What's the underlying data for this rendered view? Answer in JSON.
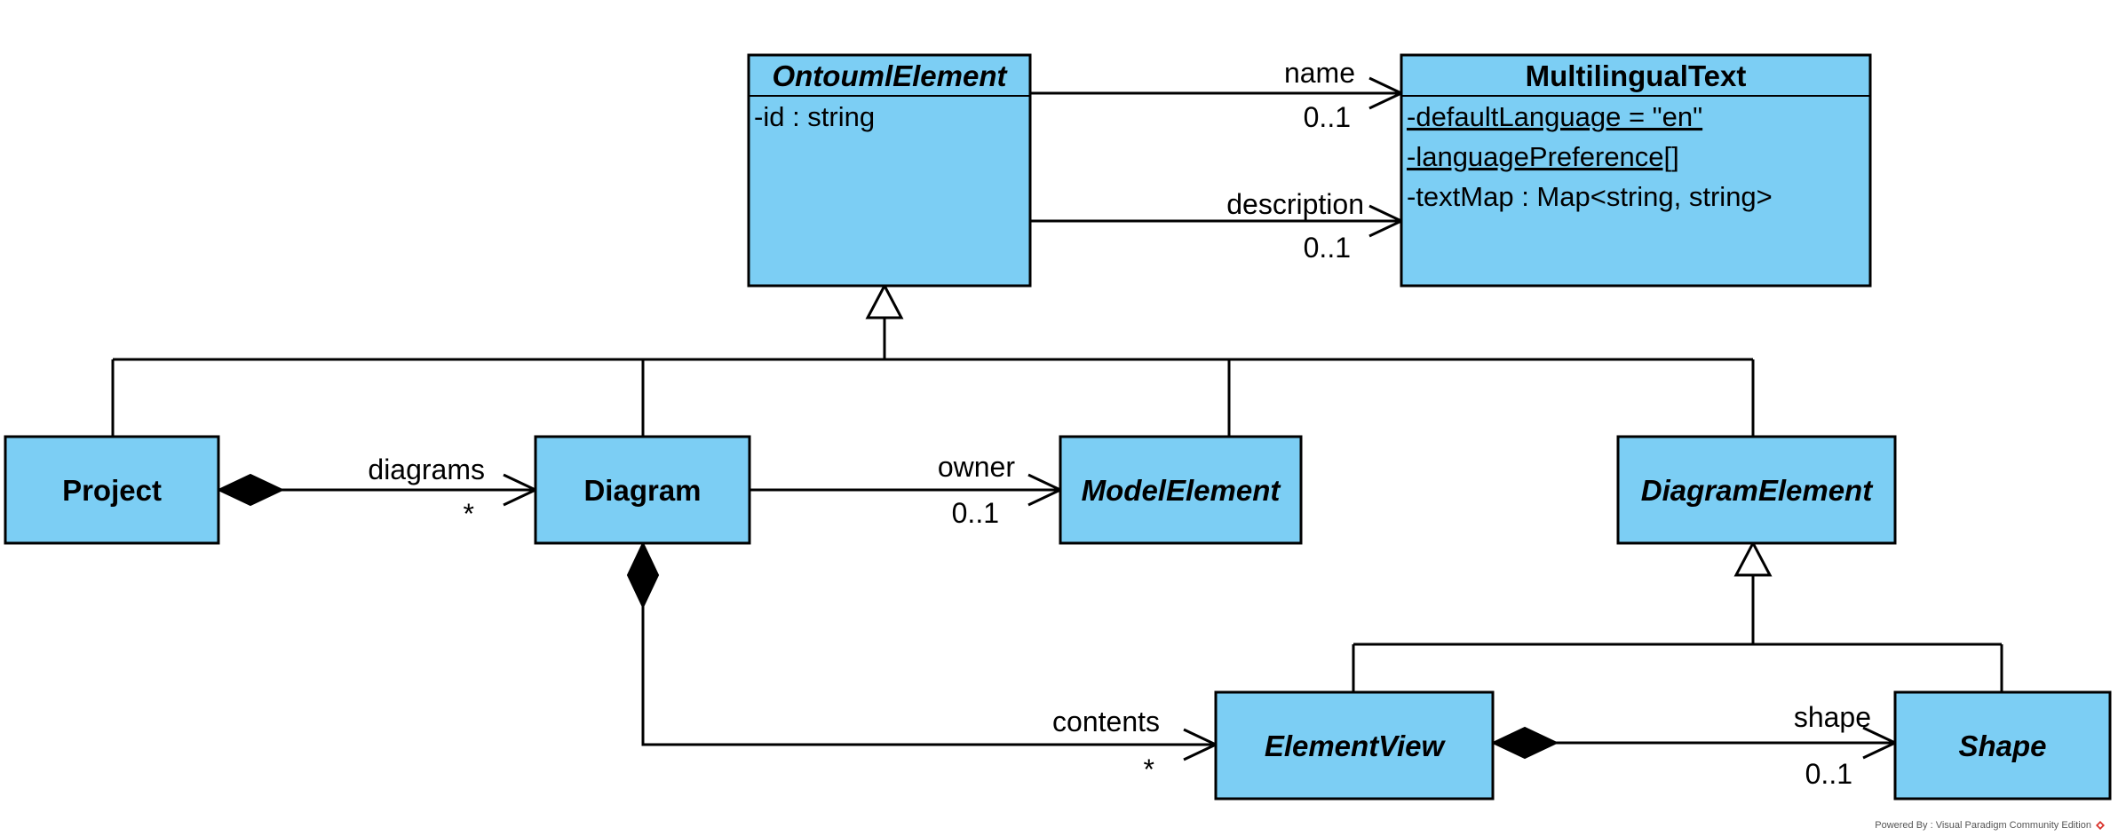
{
  "diagram": {
    "classes": [
      {
        "id": "ontouml",
        "name": "OntoumlElement",
        "abstract": true,
        "attributes": [
          {
            "text": "-id : string",
            "static": false
          }
        ]
      },
      {
        "id": "multi",
        "name": "MultilingualText",
        "abstract": false,
        "attributes": [
          {
            "text": "-defaultLanguage = \"en\"",
            "static": true
          },
          {
            "text": "-languagePreference[]",
            "static": true
          },
          {
            "text": "-textMap : Map<string, string>",
            "static": false
          }
        ]
      },
      {
        "id": "project",
        "name": "Project",
        "abstract": false,
        "attributes": []
      },
      {
        "id": "diagram",
        "name": "Diagram",
        "abstract": false,
        "attributes": []
      },
      {
        "id": "model",
        "name": "ModelElement",
        "abstract": true,
        "attributes": []
      },
      {
        "id": "delem",
        "name": "DiagramElement",
        "abstract": true,
        "attributes": []
      },
      {
        "id": "eview",
        "name": "ElementView",
        "abstract": true,
        "attributes": []
      },
      {
        "id": "shape",
        "name": "Shape",
        "abstract": true,
        "attributes": []
      }
    ],
    "associations": [
      {
        "id": "name",
        "from": "ontouml",
        "to": "multi",
        "kind": "directed",
        "role": "name",
        "multiplicity": "0..1"
      },
      {
        "id": "description",
        "from": "ontouml",
        "to": "multi",
        "kind": "directed",
        "role": "description",
        "multiplicity": "0..1"
      },
      {
        "id": "diagrams",
        "from": "project",
        "to": "diagram",
        "kind": "composition",
        "role": "diagrams",
        "multiplicity": "*"
      },
      {
        "id": "owner",
        "from": "diagram",
        "to": "model",
        "kind": "directed",
        "role": "owner",
        "multiplicity": "0..1"
      },
      {
        "id": "contents",
        "from": "diagram",
        "to": "eview",
        "kind": "composition",
        "role": "contents",
        "multiplicity": "*"
      },
      {
        "id": "shapeAssoc",
        "from": "eview",
        "to": "shape",
        "kind": "composition",
        "role": "shape",
        "multiplicity": "0..1"
      }
    ],
    "generalizations": [
      {
        "parent": "ontouml",
        "children": [
          "project",
          "diagram",
          "model",
          "delem"
        ]
      },
      {
        "parent": "delem",
        "children": [
          "eview",
          "shape"
        ]
      }
    ]
  },
  "footer": {
    "text": "Powered By : Visual Paradigm Community Edition"
  },
  "colors": {
    "class_fill": "#7CCEF4",
    "stroke": "#000000"
  }
}
